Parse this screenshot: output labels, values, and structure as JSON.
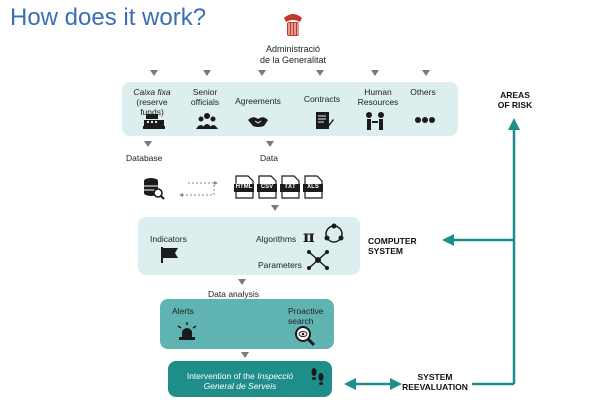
{
  "page": {
    "title": "How does it work?",
    "logo_line1": "Administració",
    "logo_line2": "de la Generalitat"
  },
  "sources": [
    {
      "label_line1": "Caixa fixa",
      "label_line2": "(reserve funds)",
      "icon": "cash-register-icon"
    },
    {
      "label_line1": "Senior",
      "label_line2": "officials",
      "icon": "people-group-icon"
    },
    {
      "label_line1": "Agreements",
      "label_line2": "",
      "icon": "handshake-icon"
    },
    {
      "label_line1": "Contracts",
      "label_line2": "",
      "icon": "contract-document-icon"
    },
    {
      "label_line1": "Human",
      "label_line2": "Resources",
      "icon": "people-meeting-icon"
    },
    {
      "label_line1": "Others",
      "label_line2": "",
      "icon": "ellipsis-icon"
    }
  ],
  "data_row": {
    "database_label": "Database",
    "data_label": "Data",
    "file_formats": [
      "HTML",
      "CSV",
      "TXT",
      "XLS"
    ]
  },
  "computer_system": {
    "indicators": "Indicators",
    "algorithms": "Algorithms",
    "parameters": "Parameters",
    "pi": "π",
    "side_label_line1": "COMPUTER",
    "side_label_line2": "SYSTEM"
  },
  "analysis": {
    "data_analysis": "Data analysis",
    "alerts": "Alerts",
    "proactive_line1": "Proactive",
    "proactive_line2": "search"
  },
  "intervention": {
    "line1_prefix": "Intervention of the ",
    "line1_italic": "Inspecció",
    "line2_italic": "General de Serveis"
  },
  "right": {
    "areas_line1": "AREAS",
    "areas_line2": "OF RISK",
    "reeval_line1": "SYSTEM",
    "reeval_line2": "REEVALUATION"
  },
  "colors": {
    "title": "#3a6fb4",
    "light_box": "#dcefee",
    "mid_box": "#5fb3b0",
    "dark_box": "#1f8d8a",
    "arrow": "#1f8d8a"
  }
}
